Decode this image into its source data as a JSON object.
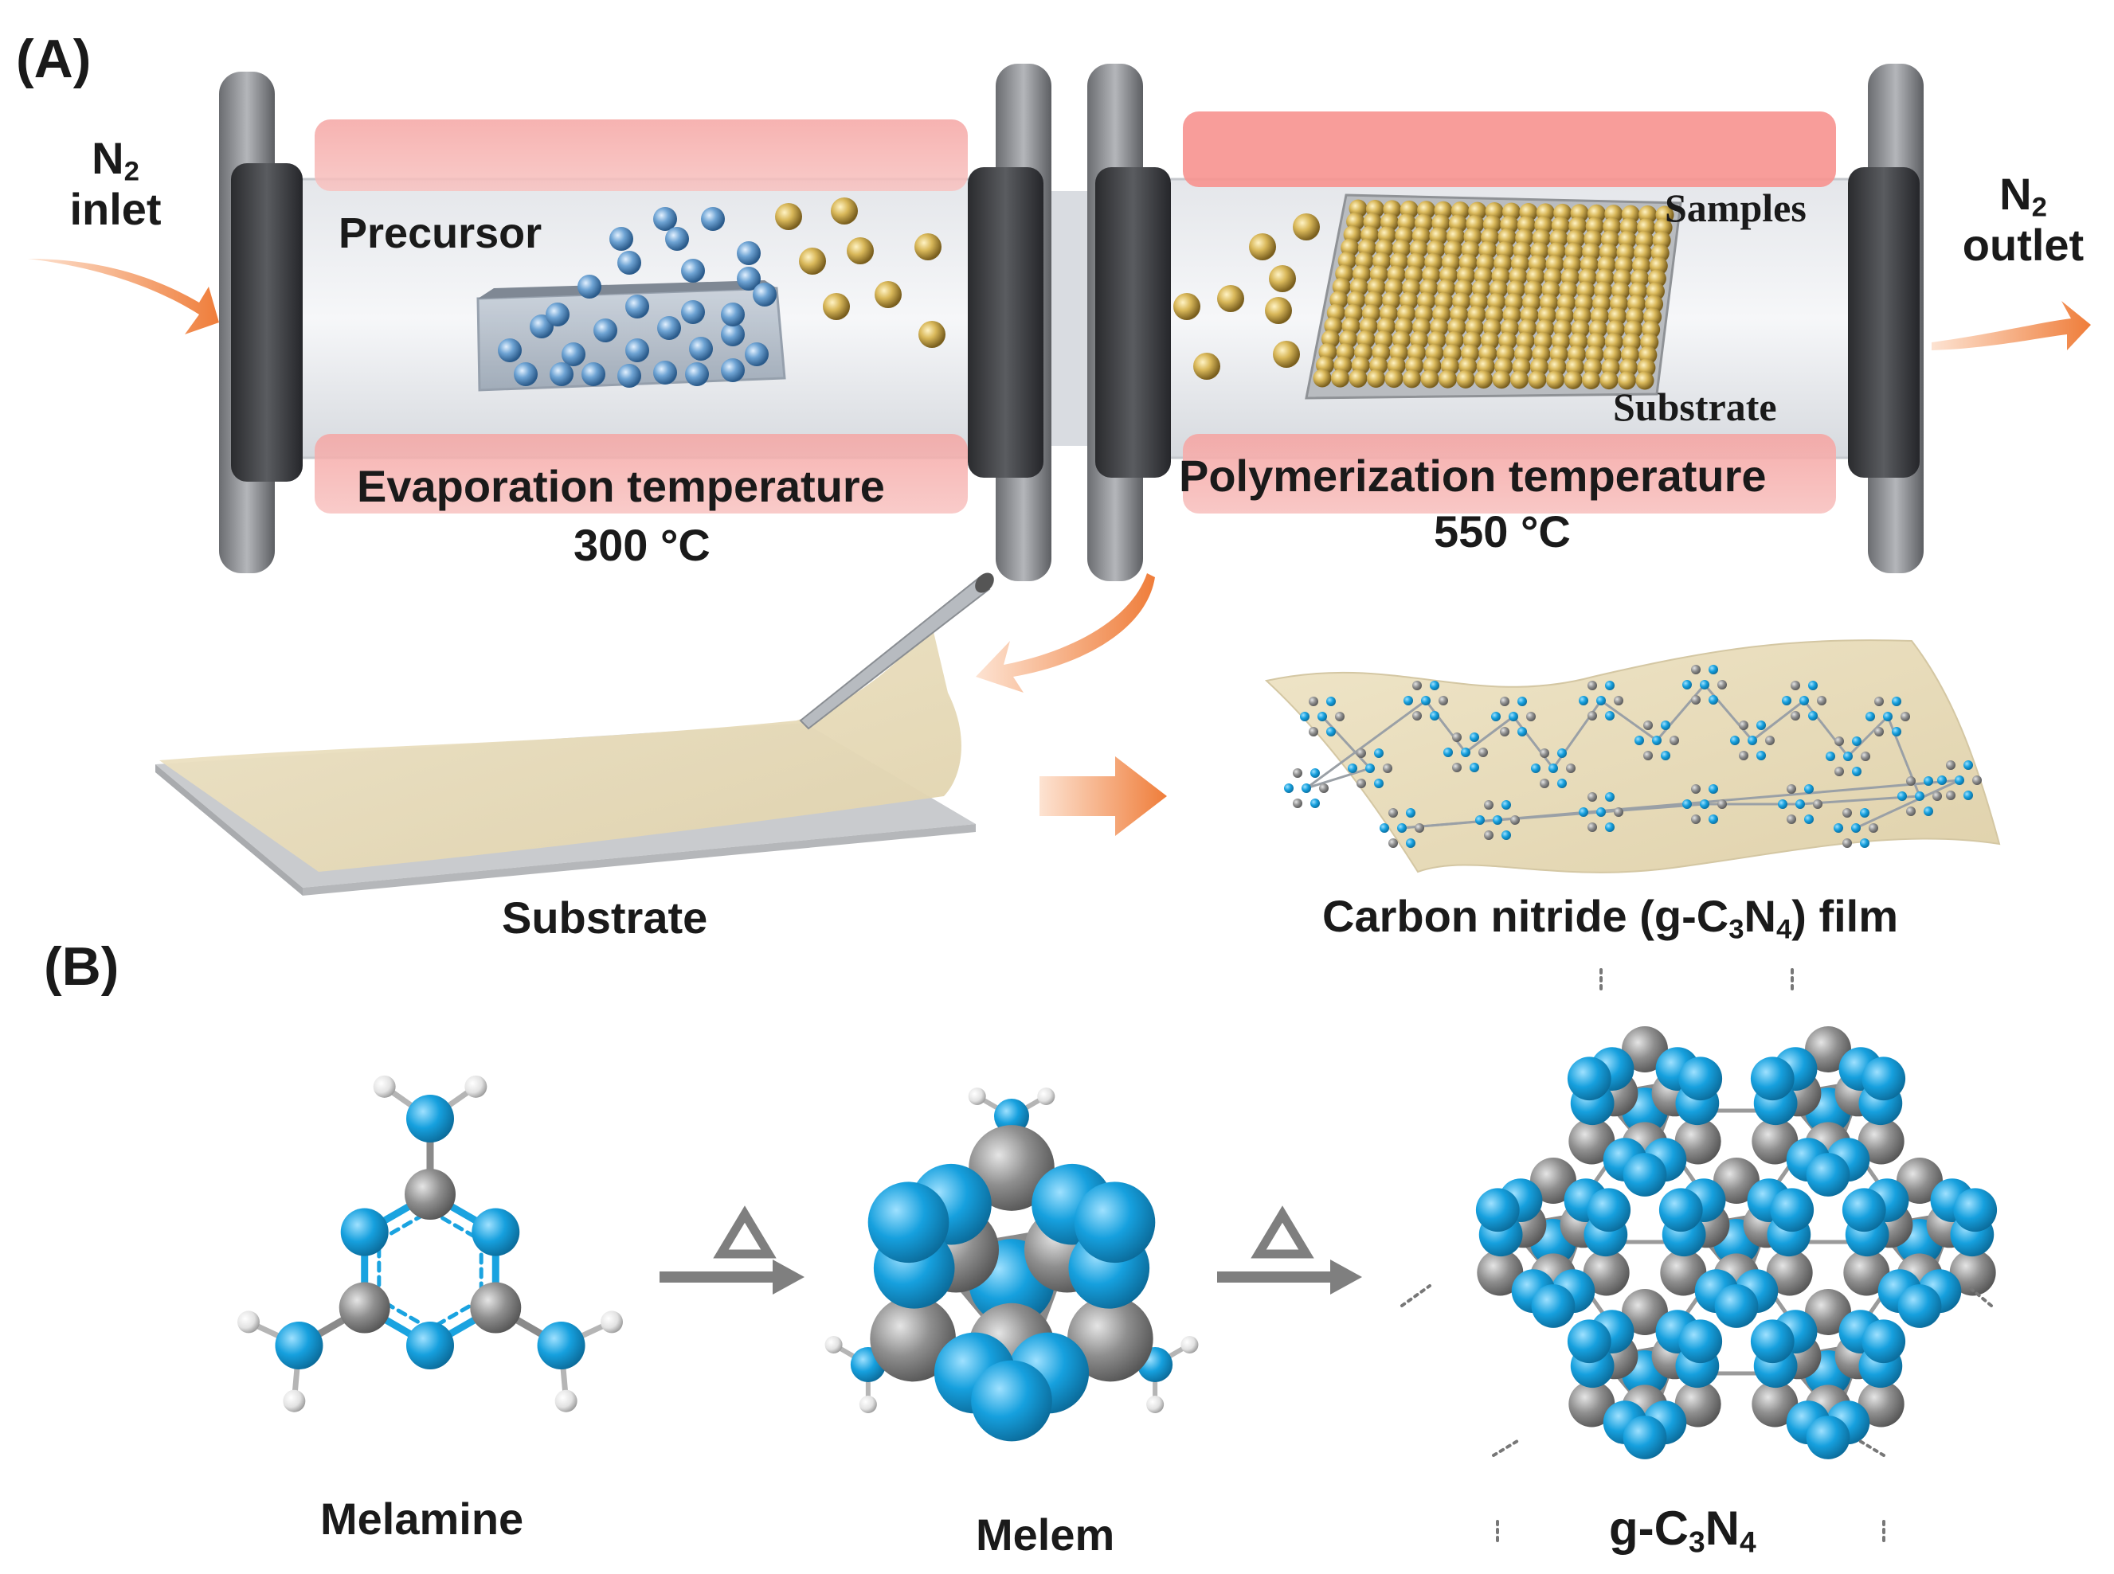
{
  "panels": {
    "a": "(A)",
    "b": "(B)"
  },
  "furnace": {
    "inlet": {
      "gas": "N",
      "sub": "2",
      "word": "inlet"
    },
    "outlet": {
      "gas": "N",
      "sub": "2",
      "word": "outlet"
    },
    "precursor": "Precursor",
    "samples": "Samples",
    "substrate_tube": "Substrate",
    "evap_label": "Evaporation temperature",
    "evap_temp": "300 °C",
    "poly_label": "Polymerization temperature",
    "poly_temp": "550 °C"
  },
  "film": {
    "substrate": "Substrate",
    "product_pre": "Carbon nitride (g-C",
    "product_sub1": "3",
    "product_mid": "N",
    "product_sub2": "4",
    "product_post": ") film"
  },
  "reaction": {
    "melamine": "Melamine",
    "melem": "Melem",
    "gcn_pre": "g-C",
    "gcn_sub1": "3",
    "gcn_mid": "N",
    "gcn_sub2": "4",
    "heat_symbol": "Δ"
  },
  "colors": {
    "nitrogen": "#1aa3e0",
    "carbon": "#8c8c8c",
    "hydrogen": "#e0e0e0",
    "gold": "#d4b44a",
    "precursor_sphere": "#5b95c8",
    "arrow": "#f08a4b",
    "heater": "#f7a3a0",
    "film": "#e8dcbb"
  }
}
